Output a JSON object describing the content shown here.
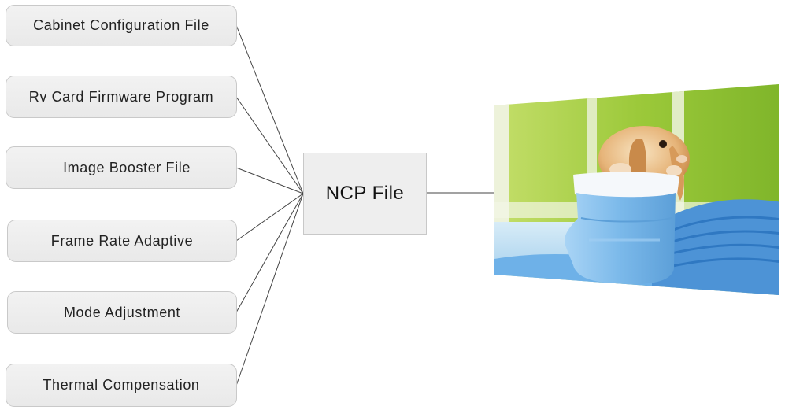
{
  "diagram": {
    "inputs": [
      {
        "label": "Cabinet Configuration File"
      },
      {
        "label": "Rv Card Firmware Program"
      },
      {
        "label": "Image Booster File"
      },
      {
        "label": "Frame Rate Adaptive"
      },
      {
        "label": "Mode Adjustment"
      },
      {
        "label": "Thermal Compensation"
      }
    ],
    "center": {
      "label": "NCP File"
    }
  },
  "colors": {
    "box_fill": "#efefef",
    "box_border": "#c9c9c9",
    "line": "#444444",
    "sky_green": "#9cc93a",
    "boot_blue": "#7bb9ea"
  },
  "icons": [
    "photo-bunny-in-boot"
  ]
}
